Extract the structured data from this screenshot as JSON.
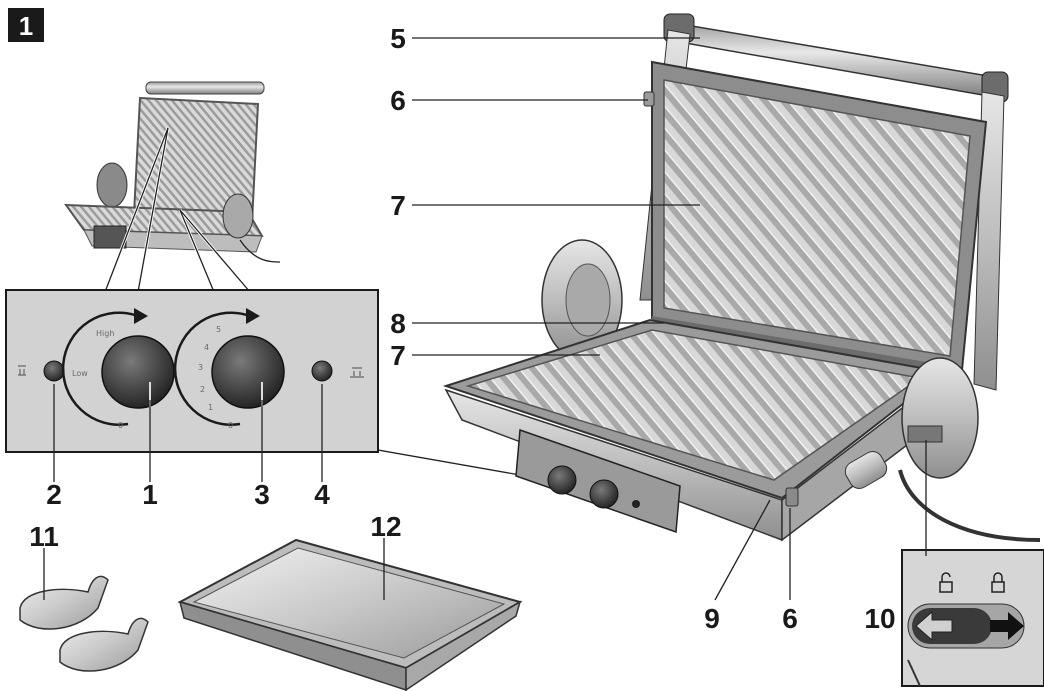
{
  "figure": {
    "number": "1"
  },
  "callouts": {
    "c1": "1",
    "c2": "2",
    "c3": "3",
    "c4": "4",
    "c5": "5",
    "c6a": "6",
    "c6b": "6",
    "c7a": "7",
    "c7b": "7",
    "c8": "8",
    "c9": "9",
    "c10": "10",
    "c11": "11",
    "c12": "12"
  },
  "control_panel": {
    "dial_left_labels": {
      "high": "High",
      "low": "Low",
      "off": "0"
    },
    "dial_right_labels": {
      "top": "5",
      "n4": "4",
      "n3": "3",
      "n2": "2",
      "n1": "1",
      "off": "0"
    }
  },
  "colors": {
    "ink": "#1a1a1a",
    "panel": "#d2d2d2",
    "metal": "#c8c8c8",
    "dark": "#3a3a3a"
  }
}
